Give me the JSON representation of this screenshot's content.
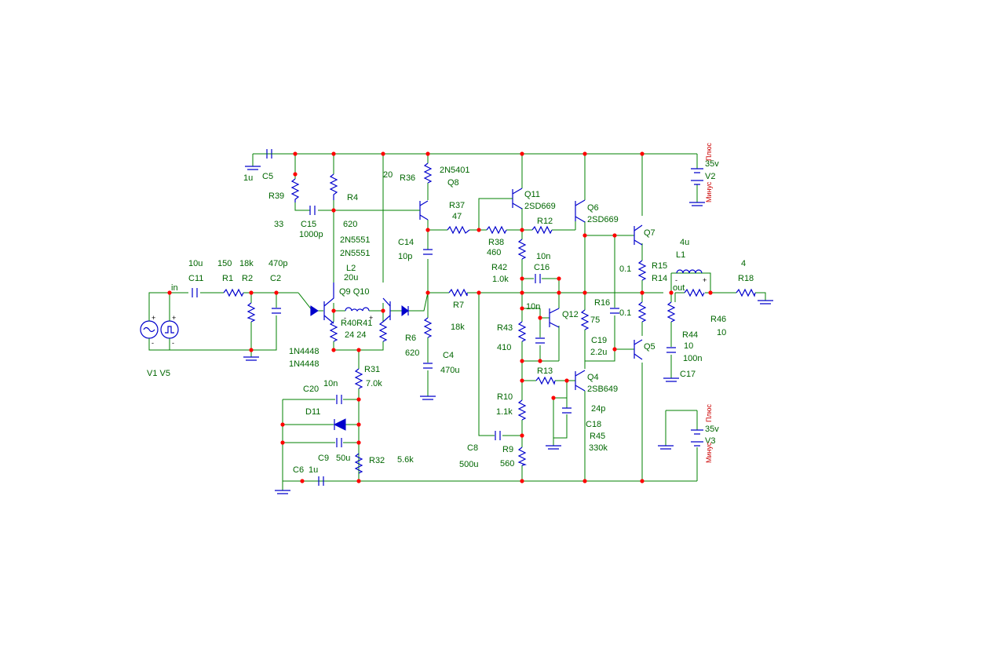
{
  "components": [
    {
      "ref": "C5",
      "value": "1u"
    },
    {
      "ref": "R39",
      "value": "33"
    },
    {
      "ref": "C15",
      "value": "1000p"
    },
    {
      "ref": "R4",
      "value": "620"
    },
    {
      "ref": "Q9",
      "value": "2N5551"
    },
    {
      "ref": "Q10",
      "value": "2N5551"
    },
    {
      "ref": "L2",
      "value": "20u"
    },
    {
      "ref": "R40",
      "value": "24"
    },
    {
      "ref": "R41",
      "value": "24"
    },
    {
      "ref": "R36",
      "value": "20"
    },
    {
      "ref": "Q8",
      "value": "2N5401"
    },
    {
      "ref": "R37",
      "value": "47"
    },
    {
      "ref": "C14",
      "value": "10p"
    },
    {
      "ref": "R6",
      "value": "620"
    },
    {
      "ref": "C4",
      "value": "470u"
    },
    {
      "ref": "R7",
      "value": "18k"
    },
    {
      "ref": "C11",
      "value": "10u"
    },
    {
      "ref": "R1",
      "value": "150"
    },
    {
      "ref": "R2",
      "value": "18k"
    },
    {
      "ref": "C2",
      "value": "470p"
    },
    {
      "ref": "R31",
      "value": "7.0k"
    },
    {
      "ref": "C20",
      "value": "10n"
    },
    {
      "ref": "C9",
      "value": "50u"
    },
    {
      "ref": "R32",
      "value": "5.6k"
    },
    {
      "ref": "C6",
      "value": "1u"
    },
    {
      "ref": "Q11",
      "value": "2SD669"
    },
    {
      "ref": "R38",
      "value": "460"
    },
    {
      "ref": "R12",
      "value": ""
    },
    {
      "ref": "R42",
      "value": "1.0k"
    },
    {
      "ref": "C16",
      "value": "10n"
    },
    {
      "ref": "R43",
      "value": "410"
    },
    {
      "ref": "Q12",
      "value": ""
    },
    {
      "ref": "R13",
      "value": ""
    },
    {
      "ref": "R10",
      "value": "1.1k"
    },
    {
      "ref": "C8",
      "value": "500u"
    },
    {
      "ref": "R9",
      "value": "560"
    },
    {
      "ref": "Q6",
      "value": "2SD669"
    },
    {
      "ref": "R16",
      "value": "75"
    },
    {
      "ref": "C19",
      "value": "2.2u"
    },
    {
      "ref": "Q4",
      "value": "2SB649"
    },
    {
      "ref": "C18",
      "value": "24p"
    },
    {
      "ref": "R45",
      "value": "330k"
    },
    {
      "ref": "Q7",
      "value": ""
    },
    {
      "ref": "Q5",
      "value": ""
    },
    {
      "ref": "R15",
      "value": "0.1"
    },
    {
      "ref": "R14",
      "value": "0.1"
    },
    {
      "ref": "L1",
      "value": "4u"
    },
    {
      "ref": "R18",
      "value": "4"
    },
    {
      "ref": "R44",
      "value": "10"
    },
    {
      "ref": "C17",
      "value": "100n"
    },
    {
      "ref": "R46",
      "value": "10"
    },
    {
      "ref": "V2",
      "value": "35v"
    },
    {
      "ref": "V3",
      "value": "35v"
    }
  ],
  "texts": {
    "c5": "C5",
    "c5v": "1u",
    "r39": "R39",
    "r39v": "33",
    "c15": "C15",
    "c15v": "1000p",
    "r4": "R4",
    "r4v": "620",
    "q9type": "2N5551",
    "q10type": "2N5551",
    "l2": "L2",
    "l2v": "20u",
    "q9q10": "Q9 Q10",
    "r40r41": "R40R41",
    "r4041v": "24  24",
    "r36v": "20",
    "r36": "R36",
    "q8type": "2N5401",
    "q8": "Q8",
    "r37": "R37",
    "r37v": "47",
    "c14": "C14",
    "c14v": "10p",
    "r6": "R6",
    "r6v": "620",
    "c4": "C4",
    "c4v": "470u",
    "r7": "R7",
    "r7v": "18k",
    "c11v": "10u",
    "c11": "C11",
    "r1v": "150",
    "r1": "R1",
    "r2v": "18k",
    "r2": "R2",
    "c2v": "470p",
    "c2": "C2",
    "in": "in",
    "v1v5": "V1  V5",
    "d1": "1N4448",
    "d2": "1N4448",
    "r31": "R31",
    "r31v": "7.0k",
    "c20": "C20",
    "c20v": "10n",
    "d11": "D11",
    "c9": "C9",
    "c9v": "50u",
    "r32": "R32",
    "r32v": "5.6k",
    "c6": "C6",
    "c6v": "1u",
    "q11": "Q11",
    "q11type": "2SD669",
    "r38": "R38",
    "r38v": "460",
    "r12": "R12",
    "r42": "R42",
    "r42v": "1.0k",
    "c16v": "10n",
    "c16": "C16",
    "c10n": "10n",
    "r43": "R43",
    "r43v": "410",
    "q12": "Q12",
    "r13": "R13",
    "r10": "R10",
    "r10v": "1.1k",
    "c8": "C8",
    "c8v": "500u",
    "r9": "R9",
    "r9v": "560",
    "q6": "Q6",
    "q6type": "2SD669",
    "r16": "R16",
    "r16v": "75",
    "c19": "C19",
    "c19v": "2.2u",
    "q4": "Q4",
    "q4type": "2SB649",
    "c18v": "24p",
    "c18": "C18",
    "r45": "R45",
    "r45v": "330k",
    "q7": "Q7",
    "q5": "Q5",
    "r15": "R15",
    "r14": "R14",
    "r15v": "0.1",
    "r14v": "0.1",
    "l1v": "4u",
    "l1": "L1",
    "out": "out",
    "r18v": "4",
    "r18": "R18",
    "r44": "R44",
    "r44v": "10",
    "c17v": "100n",
    "c17": "C17",
    "r46": "R46",
    "r46v": "10",
    "v2plus": "Плюс",
    "v2minus": "Минус",
    "v2v": "35v",
    "v2": "V2",
    "v3plus": "Плюс",
    "v3minus": "Минус",
    "v3v": "35v",
    "v3": "V3"
  },
  "colors": {
    "wire": "#008000",
    "component": "#0000cc",
    "node": "#ff0000",
    "label": "#006600",
    "supply_label": "#cc0000"
  }
}
